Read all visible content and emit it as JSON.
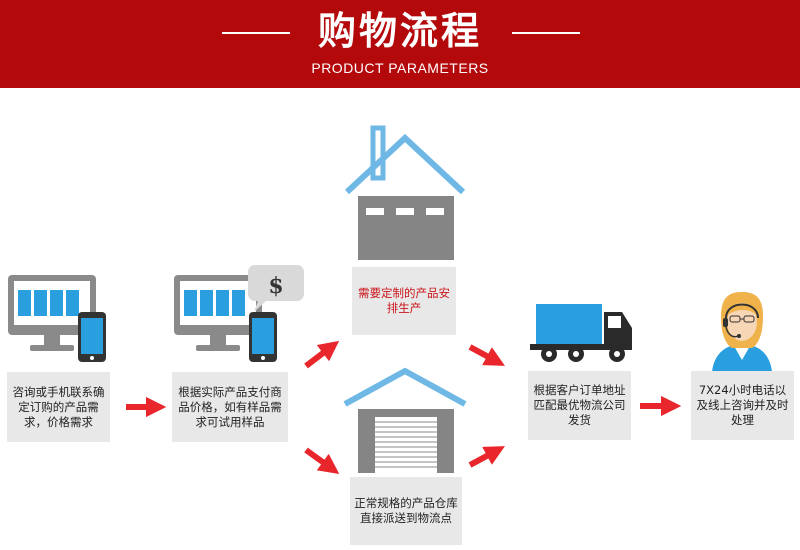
{
  "header": {
    "title": "购物流程",
    "subtitle": "PRODUCT PARAMETERS",
    "bg_color": "#b4090b"
  },
  "steps": [
    {
      "id": "consult",
      "text": "咨询或手机联系确定订购的产品需求，价格需求",
      "icon": "computer-phone-icon"
    },
    {
      "id": "pay",
      "text": "根据实际产品支付商品价格，如有样品需求可试用样品",
      "icon": "computer-payment-icon"
    },
    {
      "id": "custom",
      "text": "需要定制的产品安排生产",
      "icon": "factory-icon"
    },
    {
      "id": "stock",
      "text": "正常规格的产品仓库直接派送到物流点",
      "icon": "warehouse-icon"
    },
    {
      "id": "ship",
      "text": "根据客户订单地址匹配最优物流公司发货",
      "icon": "truck-icon"
    },
    {
      "id": "service",
      "text": "7X24小时电话以及线上咨询并及时处理",
      "icon": "customer-service-icon"
    }
  ],
  "payment_symbol": "$",
  "colors": {
    "accent_red": "#e8262b",
    "icon_blue": "#2a9fe0",
    "icon_gray": "#8a8a8a",
    "roof_blue": "#6fb8e6"
  }
}
